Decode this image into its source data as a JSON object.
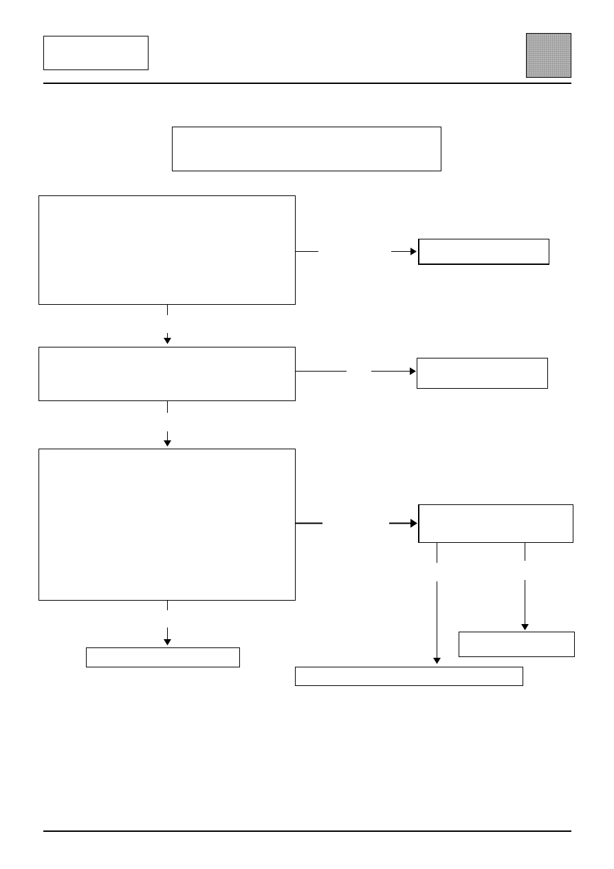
{
  "header": {
    "code_box_text": "",
    "badge_text": ""
  },
  "flowchart": {
    "title": "",
    "steps": [
      {
        "id": "step1",
        "text": "",
        "outcome": ""
      },
      {
        "id": "step2",
        "text": "",
        "outcome": ""
      },
      {
        "id": "step3",
        "text": "",
        "outcome": ""
      }
    ],
    "final_result": "",
    "branches": {
      "bottom_wide": "",
      "bottom_right": ""
    }
  },
  "footer": {
    "text": ""
  }
}
